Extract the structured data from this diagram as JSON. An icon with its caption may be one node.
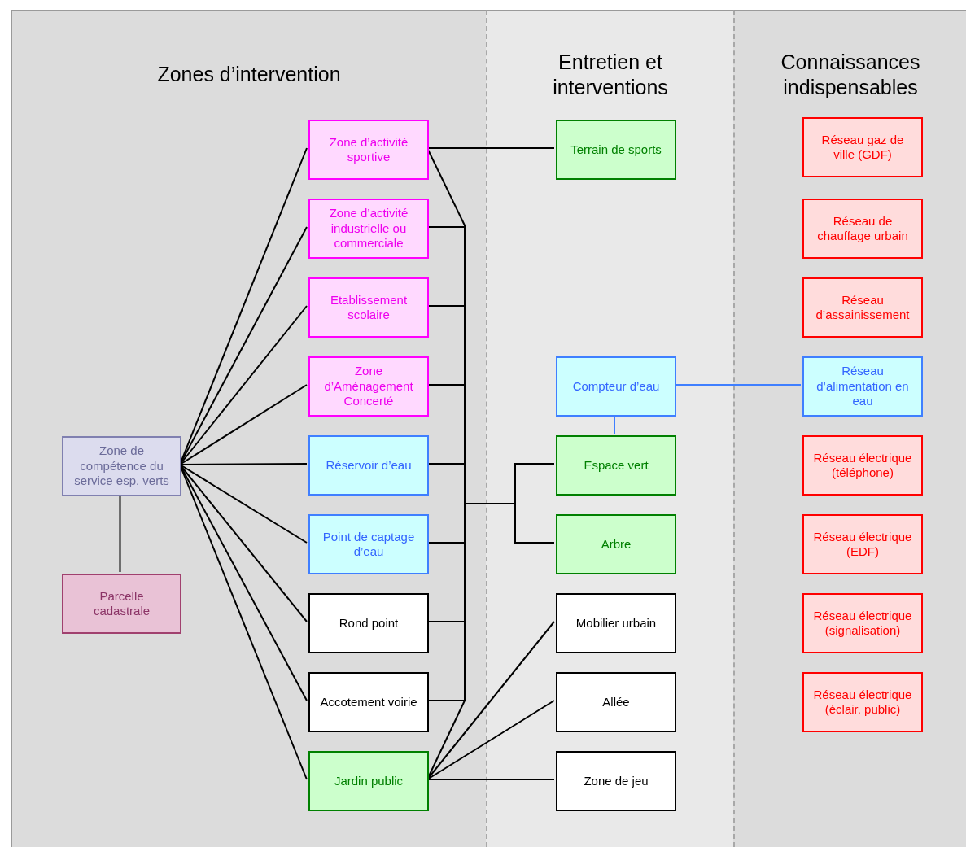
{
  "diagram": {
    "nodes": [
      {
        "text": [
          "Zones d’intervention"
        ]
      },
      {
        "text": [
          "Entretien et interventions"
        ]
      },
      {
        "text": [
          "Connaissances indispensables"
        ]
      },
      {
        "text": [
          "Zone de compétence du service esp. verts"
        ],
        "in": 0
      },
      {
        "text": [
          "Parcelle cadastrale"
        ],
        "in": 0
      },
      {
        "text": [
          "Zone d’activité sportive"
        ],
        "in": 0
      },
      {
        "text": [
          "Zone d’activité industrielle ou commerciale"
        ],
        "in": 0
      },
      {
        "text": [
          "Etablissement scolaire"
        ],
        "in": 0
      },
      {
        "text": [
          "Zone d’Aménagement Concerté"
        ],
        "in": 0
      },
      {
        "text": [
          "Réservoir d’eau"
        ],
        "in": 0
      },
      {
        "text": [
          "Point de captage d’eau"
        ],
        "in": 0
      },
      {
        "text": [
          "Rond point"
        ],
        "in": 0
      },
      {
        "text": [
          "Accotement voirie"
        ],
        "in": 0
      },
      {
        "text": [
          "Jardin public"
        ],
        "in": 0
      },
      {
        "text": [
          "Terrain de sports"
        ],
        "in": 1
      },
      {
        "text": [
          "Compteur d’eau"
        ],
        "in": 1
      },
      {
        "text": [
          "Espace vert"
        ],
        "in": 1
      },
      {
        "text": [
          "Arbre"
        ],
        "in": 1
      },
      {
        "text": [
          "Mobilier urbain"
        ],
        "in": 1
      },
      {
        "text": [
          "Allée"
        ],
        "in": 1
      },
      {
        "text": [
          "Zone de jeu"
        ],
        "in": 1
      },
      {
        "text": [
          "Réseau gaz de ville (GDF)"
        ],
        "in": 2
      },
      {
        "text": [
          "Réseau de chauffage urbain"
        ],
        "in": 2
      },
      {
        "text": [
          "Réseau d’assainissement"
        ],
        "in": 2
      },
      {
        "text": [
          "Réseau d’alimentation en eau"
        ],
        "in": 2
      },
      {
        "text": [
          "Réseau électrique (téléphone)"
        ],
        "in": 2
      },
      {
        "text": [
          "Réseau électrique (EDF)"
        ],
        "in": 2
      },
      {
        "text": [
          "Réseau électrique (signalisation)"
        ],
        "in": 2
      },
      {
        "text": [
          "Réseau électrique (éclair. public)"
        ],
        "in": 2
      }
    ],
    "edges": [
      {
        "from": 3,
        "to": 5,
        "arrow": "none"
      },
      {
        "from": 3,
        "to": 6,
        "arrow": "none"
      },
      {
        "from": 3,
        "to": 7,
        "arrow": "none"
      },
      {
        "from": 3,
        "to": 8,
        "arrow": "none"
      },
      {
        "from": 3,
        "to": 9,
        "arrow": "none"
      },
      {
        "from": 3,
        "to": 10,
        "arrow": "none"
      },
      {
        "from": 3,
        "to": 11,
        "arrow": "none"
      },
      {
        "from": 3,
        "to": 12,
        "arrow": "none"
      },
      {
        "from": 3,
        "to": 13,
        "arrow": "none"
      },
      {
        "from": 3,
        "to": 4,
        "arrow": "none"
      },
      {
        "from": 5,
        "to": 14,
        "arrow": "none"
      },
      {
        "from": 15,
        "to": 16,
        "arrow": "none",
        "color": "#3f7fff"
      },
      {
        "from": 15,
        "to": 24,
        "arrow": "none",
        "color": "#3f7fff"
      },
      {
        "from": 13,
        "to": 18,
        "arrow": "none"
      },
      {
        "from": 13,
        "to": 19,
        "arrow": "none"
      },
      {
        "from": 13,
        "to": 20,
        "arrow": "none"
      },
      {
        "from": 5,
        "to": 16,
        "arrow": "none"
      },
      {
        "from": 5,
        "to": 17,
        "arrow": "none"
      },
      {
        "from": 6,
        "to": 16,
        "arrow": "none"
      },
      {
        "from": 6,
        "to": 17,
        "arrow": "none"
      },
      {
        "from": 7,
        "to": 16,
        "arrow": "none"
      },
      {
        "from": 7,
        "to": 17,
        "arrow": "none"
      },
      {
        "from": 8,
        "to": 16,
        "arrow": "none"
      },
      {
        "from": 8,
        "to": 17,
        "arrow": "none"
      },
      {
        "from": 9,
        "to": 16,
        "arrow": "none"
      },
      {
        "from": 9,
        "to": 17,
        "arrow": "none"
      },
      {
        "from": 10,
        "to": 16,
        "arrow": "none"
      },
      {
        "from": 10,
        "to": 17,
        "arrow": "none"
      },
      {
        "from": 11,
        "to": 16,
        "arrow": "none"
      },
      {
        "from": 11,
        "to": 17,
        "arrow": "none"
      },
      {
        "from": 12,
        "to": 16,
        "arrow": "none"
      },
      {
        "from": 12,
        "to": 17,
        "arrow": "none"
      },
      {
        "from": 13,
        "to": 16,
        "arrow": "none"
      },
      {
        "from": 13,
        "to": 17,
        "arrow": "none"
      }
    ]
  }
}
